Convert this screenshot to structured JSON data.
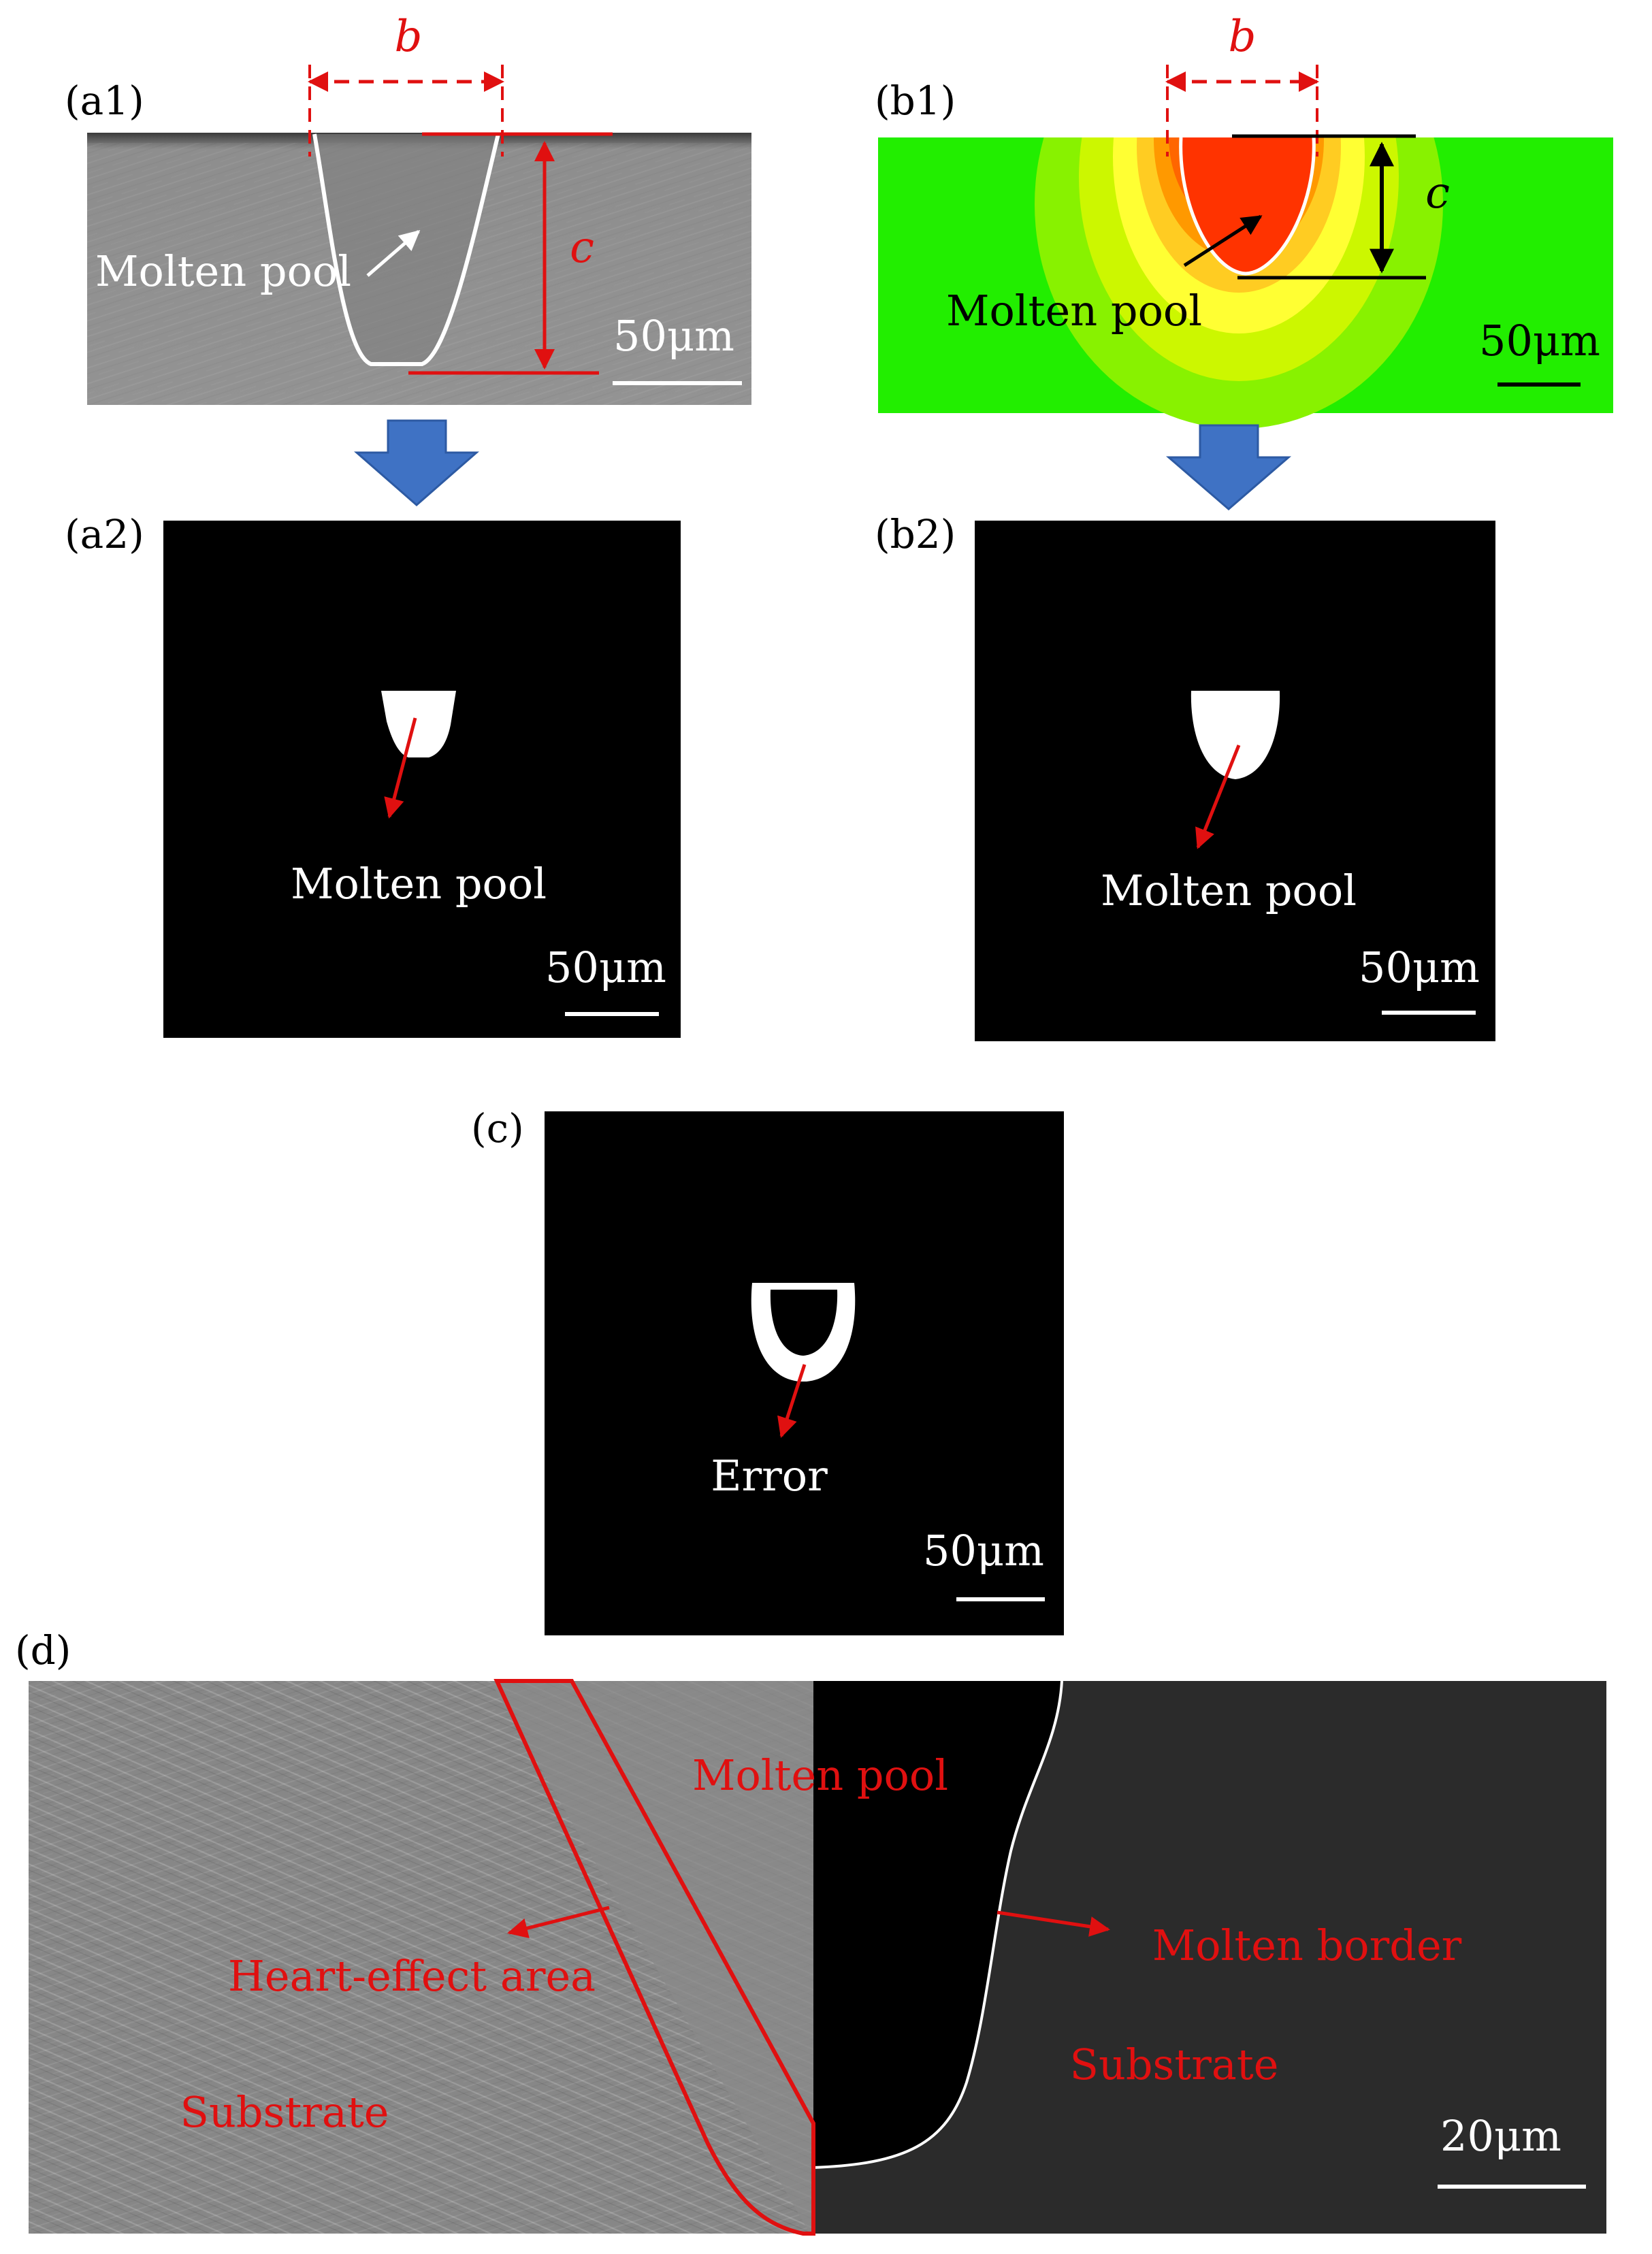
{
  "figure": {
    "panel_labels": {
      "a1": "(a1)",
      "a2": "(a2)",
      "b1": "(b1)",
      "b2": "(b2)",
      "c": "(c)",
      "d": "(d)"
    },
    "dimension_labels": {
      "width": "b",
      "depth": "c"
    },
    "labels": {
      "molten_pool": "Molten pool",
      "error": "Error",
      "heat_effect_area": "Heart-effect area",
      "molten_border": "Molten border",
      "substrate": "Substrate"
    },
    "scale_bars": {
      "a1": "50μm",
      "a2": "50μm",
      "b1": "50μm",
      "b2": "50μm",
      "c": "50μm",
      "d": "20μm"
    },
    "colors": {
      "annotation_red": "#e01010",
      "arrow_blue": "#3f72c4",
      "sim_green": "#22ee00",
      "sim_yellow": "#ffff33",
      "sim_orange": "#ff9900",
      "sim_red": "#ff3300",
      "sem_gray": "#8a8a8a"
    }
  }
}
